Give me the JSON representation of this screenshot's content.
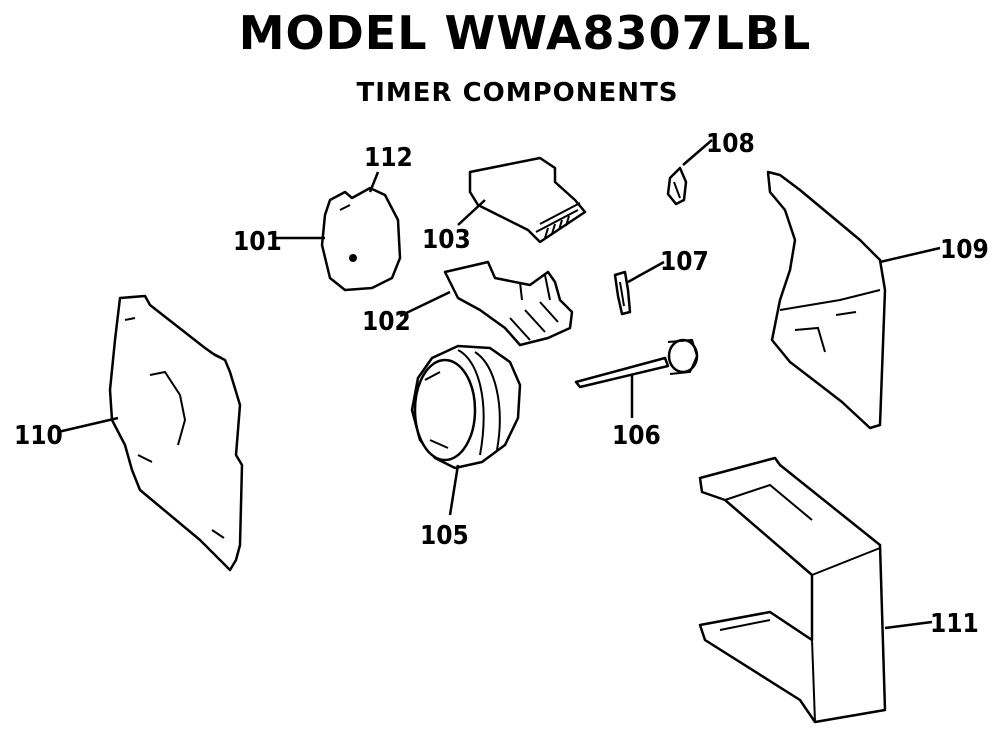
{
  "title": "MODEL WWA8307LBL",
  "subtitle": "TIMER COMPONENTS",
  "parts": {
    "p101": "101",
    "p102": "102",
    "p103": "103",
    "p105": "105",
    "p106": "106",
    "p107": "107",
    "p108": "108",
    "p109": "109",
    "p110": "110",
    "p111": "111",
    "p112": "112"
  }
}
